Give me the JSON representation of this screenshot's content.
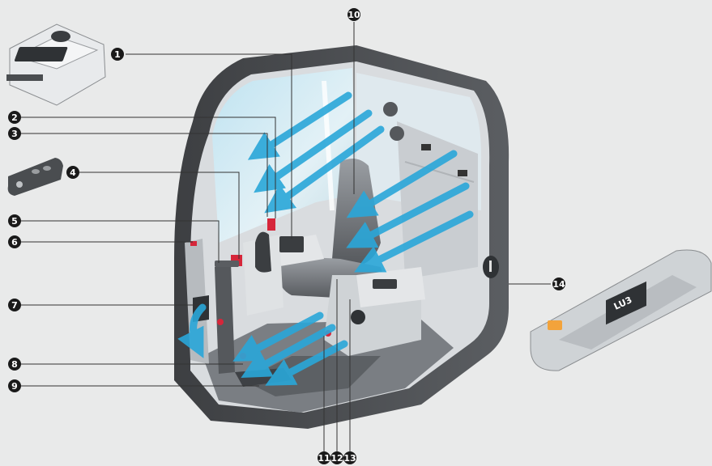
{
  "callouts": [
    {
      "id": 1,
      "glyph": "❶"
    },
    {
      "id": 2,
      "glyph": "❷"
    },
    {
      "id": 3,
      "glyph": "❸"
    },
    {
      "id": 4,
      "glyph": "❹"
    },
    {
      "id": 5,
      "glyph": "❺"
    },
    {
      "id": 6,
      "glyph": "❻"
    },
    {
      "id": 7,
      "glyph": "❼"
    },
    {
      "id": 8,
      "glyph": "❽"
    },
    {
      "id": 9,
      "glyph": "❾"
    },
    {
      "id": 10,
      "glyph": "❿"
    },
    {
      "id": 11,
      "glyph": "⓫"
    },
    {
      "id": 12,
      "glyph": "⓬"
    },
    {
      "id": 13,
      "glyph": "⓭"
    },
    {
      "id": 14,
      "glyph": "⓮"
    }
  ],
  "colors": {
    "background": "#e9eaea",
    "cab_shell": "#4a4c4f",
    "glass": "#cfe6f0",
    "airflow_arrow": "#2aa7d9",
    "accent_red": "#d6263a",
    "callout_fill": "#1a1a1a",
    "leader_line": "#333333"
  },
  "remote_display": "LU3"
}
